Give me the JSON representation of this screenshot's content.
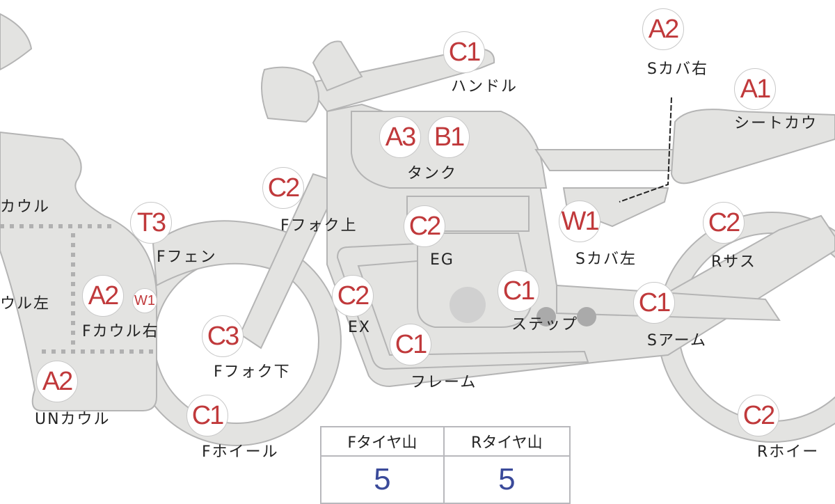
{
  "badges": [
    {
      "code": "C1",
      "part": "ハンドル"
    },
    {
      "code": "A2",
      "part": "Sカバ右"
    },
    {
      "code": "A1",
      "part": "シートカウ"
    },
    {
      "code": "A3",
      "part": "タンク"
    },
    {
      "code": "B1",
      "part": "タンク"
    },
    {
      "code": "C2",
      "part": "Fフォク上"
    },
    {
      "code": "T3",
      "part": "Fフェン"
    },
    {
      "code": "C2",
      "part": "EG"
    },
    {
      "code": "W1",
      "part": "Sカバ左"
    },
    {
      "code": "C2",
      "part": "Rサス"
    },
    {
      "code": "A2",
      "part": "Fカウル右"
    },
    {
      "code": "W1",
      "part": "Fカウル右"
    },
    {
      "code": "C2",
      "part": "EX"
    },
    {
      "code": "C1",
      "part": "ステップ"
    },
    {
      "code": "C1",
      "part": "Sアーム"
    },
    {
      "code": "C3",
      "part": "Fフォク下"
    },
    {
      "code": "C1",
      "part": "フレーム"
    },
    {
      "code": "A2",
      "part": "UNカウル"
    },
    {
      "code": "C1",
      "part": "Fホイール"
    },
    {
      "code": "C2",
      "part": "Rホイー"
    }
  ],
  "labels": {
    "handle": "ハンドル",
    "scover_r": "Sカバ右",
    "seat": "シートカウ",
    "tank": "タンク",
    "ffork_up": "Fフォク上",
    "cowl": "カウル",
    "ffen": "Fフェン",
    "eg": "EG",
    "scover_l": "Sカバ左",
    "rsus": "Rサス",
    "cowl_l": "ウル左",
    "fcowl_r": "Fカウル右",
    "ex": "EX",
    "step": "ステップ",
    "sarm": "Sアーム",
    "ffork_low": "Fフォク下",
    "frame": "フレーム",
    "uncowl": "UNカウル",
    "fwheel": "Fホイール",
    "rwheel": "Rホイー"
  },
  "tire_table": {
    "headers": [
      "Fタイヤ山",
      "Rタイヤ山"
    ],
    "values": [
      "5",
      "5"
    ]
  },
  "colors": {
    "code": "#c0393b",
    "value": "#3a4a9a",
    "part_fill": "#e3e3e1"
  }
}
